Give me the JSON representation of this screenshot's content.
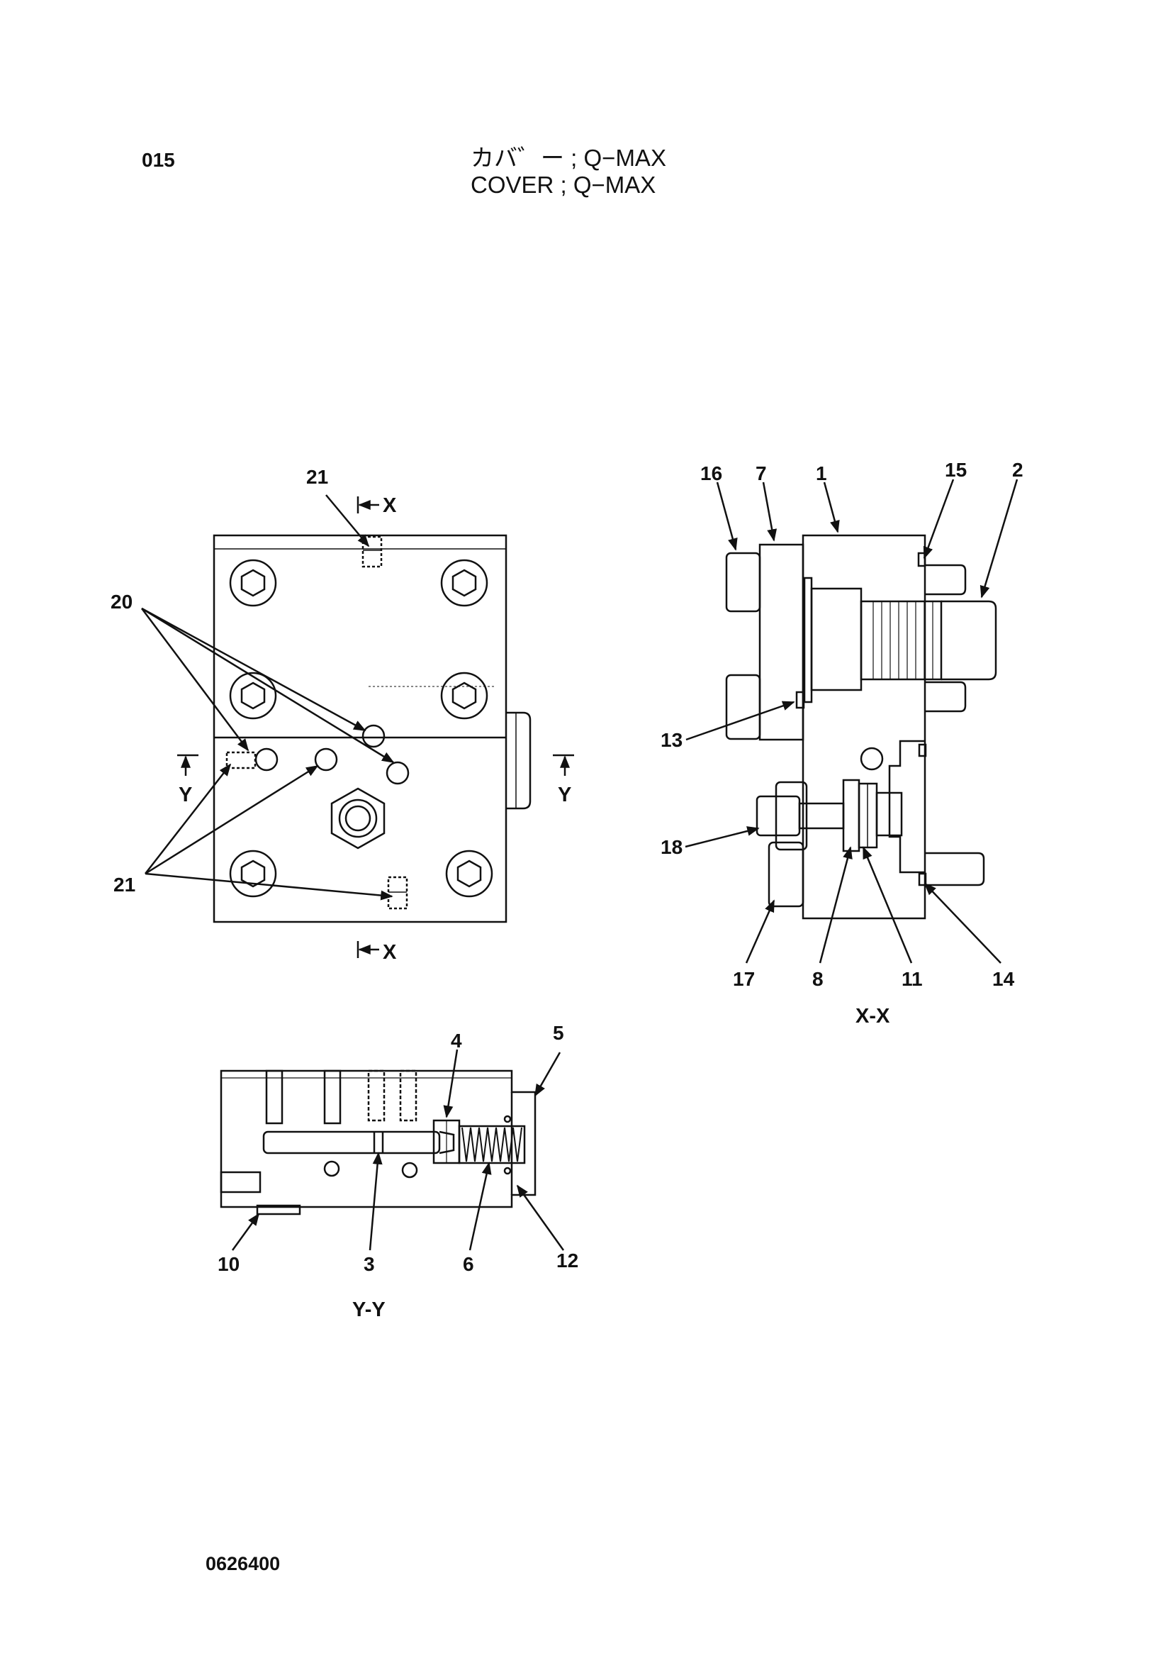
{
  "header": {
    "page_number": "015",
    "title_jp": "カバ゛ー ; Q−MAX",
    "title_en": "COVER ; Q−MAX"
  },
  "footer": {
    "document_code": "0626400"
  },
  "diagram": {
    "views": {
      "top_view": {
        "section_marks": [
          "X",
          "X",
          "Y",
          "Y"
        ],
        "callouts": [
          "21",
          "20",
          "21"
        ]
      },
      "section_xx": {
        "title": "X-X",
        "callouts": [
          "16",
          "7",
          "1",
          "15",
          "2",
          "13",
          "18",
          "17",
          "8",
          "11",
          "14"
        ]
      },
      "section_yy": {
        "title": "Y-Y",
        "callouts": [
          "4",
          "5",
          "10",
          "3",
          "6",
          "12"
        ]
      }
    }
  }
}
